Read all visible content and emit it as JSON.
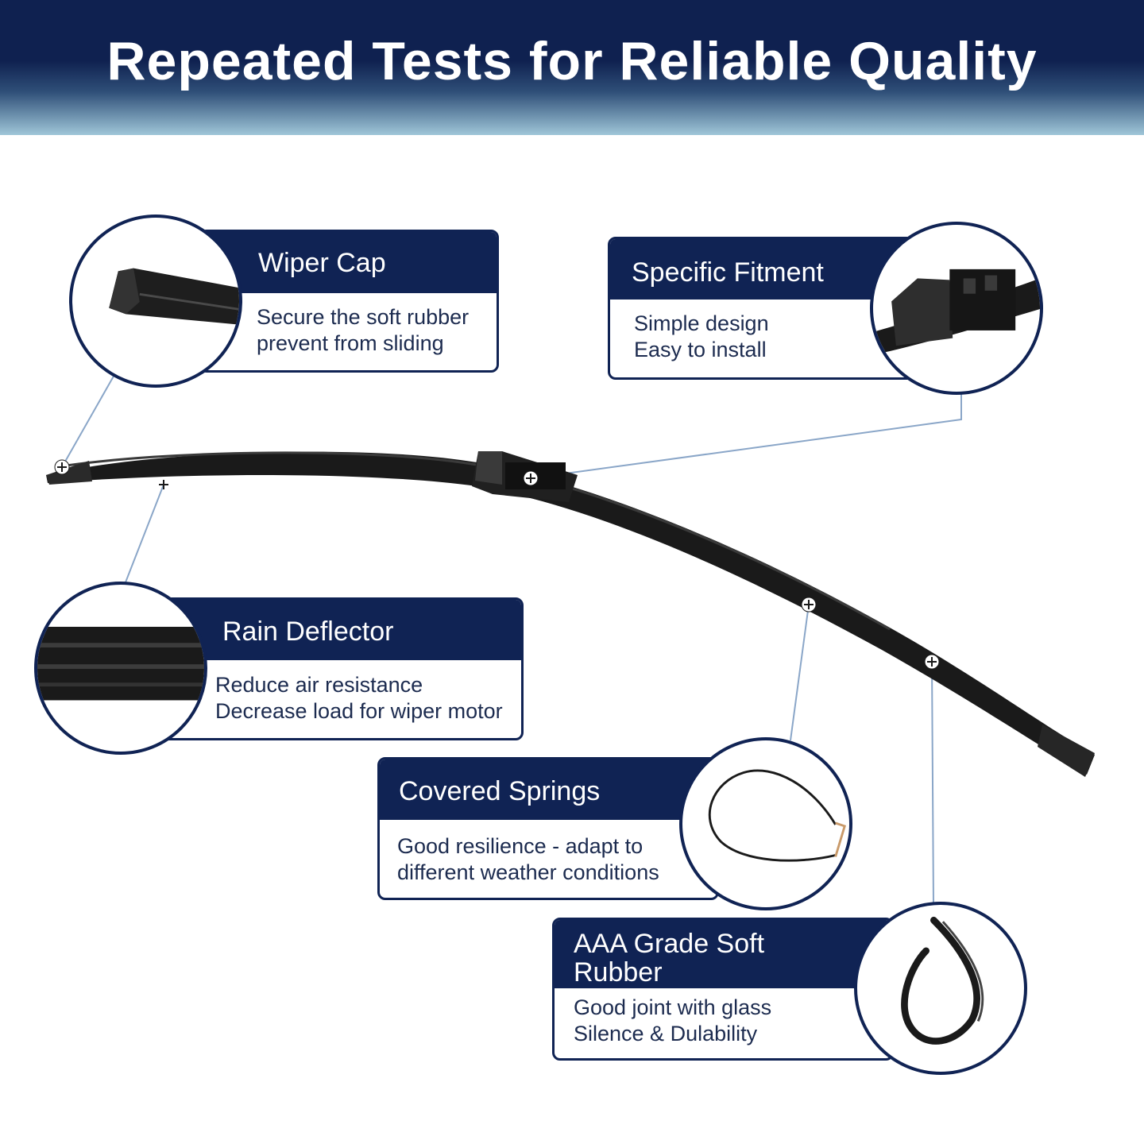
{
  "header": {
    "title": "Repeated Tests for Reliable Quality"
  },
  "features": {
    "wiper_cap": {
      "title": "Wiper Cap",
      "line1": "Secure the soft rubber",
      "line2": "prevent from sliding"
    },
    "specific_fitment": {
      "title": "Specific Fitment",
      "line1": "Simple design",
      "line2": "Easy to install"
    },
    "rain_deflector": {
      "title": "Rain Deflector",
      "line1": "Reduce air resistance",
      "line2": "Decrease load for wiper motor"
    },
    "covered_springs": {
      "title": "Covered Springs",
      "line1": "Good resilience - adapt to",
      "line2": "different weather conditions"
    },
    "soft_rubber": {
      "title_line1": "AAA Grade Soft",
      "title_line2": "Rubber",
      "line1": "Good joint with glass",
      "line2": "Silence & Dulability"
    }
  },
  "colors": {
    "navy": "#102354",
    "blade": "#1a1a1a",
    "leader": "#8aa6c8"
  },
  "icons": [
    "wiper-blade-icon",
    "wiper-cap-icon",
    "adapter-clip-icon",
    "spring-wire-icon",
    "rubber-strip-icon",
    "plus-marker-icon"
  ]
}
